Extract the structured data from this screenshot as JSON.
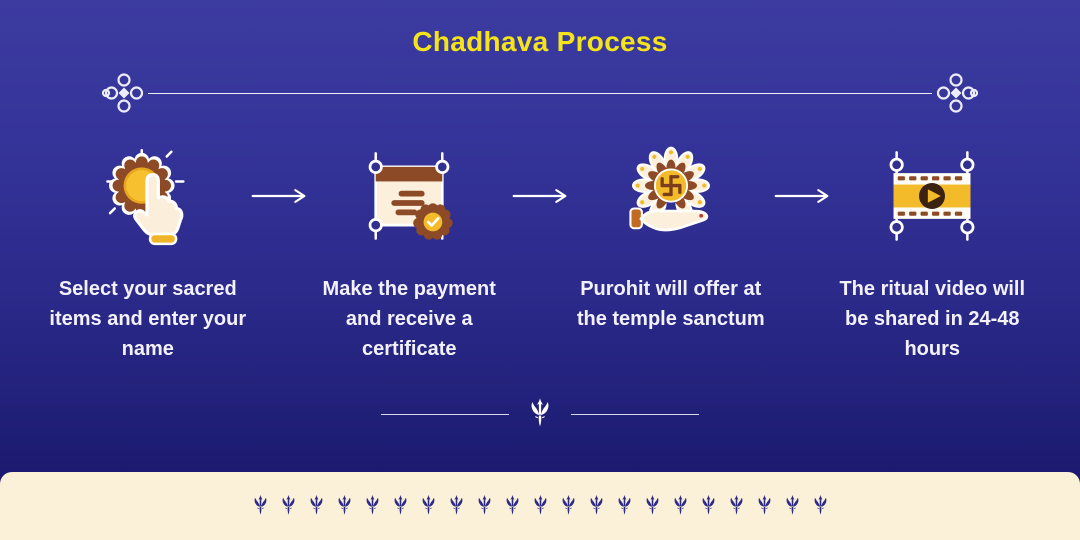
{
  "title": "Chadhava Process",
  "steps": [
    {
      "icon": "tap-select-icon",
      "caption": "Select your sacred items and enter your name"
    },
    {
      "icon": "certificate-icon",
      "caption": "Make the payment and receive a certificate"
    },
    {
      "icon": "offering-hand-icon",
      "caption": "Purohit will offer at the temple sanctum"
    },
    {
      "icon": "ritual-video-icon",
      "caption": "The ritual video will be shared in 24-48 hours"
    }
  ],
  "footer": {
    "trident_count": 21
  },
  "colors": {
    "accent_yellow": "#F5E418",
    "background_top": "#3C3BA0",
    "background_bottom": "#171866",
    "footer_cream": "#FAF1D8",
    "trident_blue": "#2D2B86",
    "icon_brown": "#8C4B26",
    "icon_yellow": "#F3BA2A",
    "icon_cream": "#FCEFDC",
    "text_white": "#F3F1FB"
  }
}
